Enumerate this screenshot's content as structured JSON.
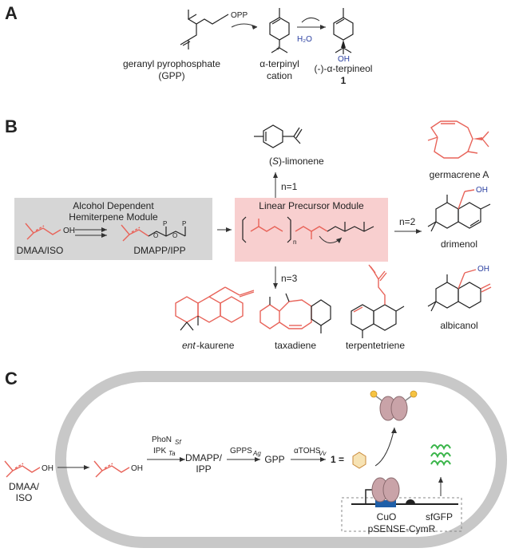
{
  "panel_a": {
    "label": "A",
    "opp": "OPP",
    "gpp_name": "geranyl pyrophosphate",
    "gpp_abbr": "(GPP)",
    "cation_name": "α-terpinyl",
    "cation_word": "cation",
    "water": "H₂O",
    "oh": "OH",
    "product_name": "(-)-α-terpineol",
    "product_number": "1"
  },
  "panel_b": {
    "label": "B",
    "module1_title_line1": "Alcohol Dependent",
    "module1_title_line2": "Hemiterpene Module",
    "module1_sub": "DMAA/ISO",
    "module1_prod": "DMAPP/IPP",
    "oh": "OH",
    "module2_title": "Linear Precursor Module",
    "n_sub": "n",
    "n1": "n=1",
    "n2": "n=2",
    "n3": "n=3",
    "limonene_prefix": "(",
    "limonene_s": "S",
    "limonene_suffix": ")-limonene",
    "germacrene": "germacrene A",
    "drimenol": "drimenol",
    "albicanol": "albicanol",
    "kaurene_prefix": "ent",
    "kaurene_suffix": "-kaurene",
    "taxadiene": "taxadiene",
    "terpentetriene": "terpentetriene"
  },
  "panel_c": {
    "label": "C",
    "dmaa_line1": "DMAA/",
    "dmaa_line2": "ISO",
    "oh": "OH",
    "enzyme1_main": "PhoN",
    "enzyme1_sub": "Sf",
    "enzyme2_main": "IPK",
    "enzyme2_sub": "Ta",
    "dmapp_line1": "DMAPP/",
    "dmapp_line2": "IPP",
    "gpps_main": "GPPS",
    "gpps_sub": "Ag",
    "gpp": "GPP",
    "atohs_main": "αTOHS",
    "atohs_sub": "Vv",
    "one_eq": "1 =",
    "cuo": "CuO",
    "sfgfp": "sfGFP",
    "plasmid": "pSENSE-CymR"
  },
  "colors": {
    "grey_module": "#d6d6d6",
    "pink_module": "#f8cfcf",
    "red_structure": "#e8645a",
    "operator_blue": "#1f5fa8",
    "gfp_green": "#3ab54a",
    "cell_outline": "#c8c8c8"
  }
}
